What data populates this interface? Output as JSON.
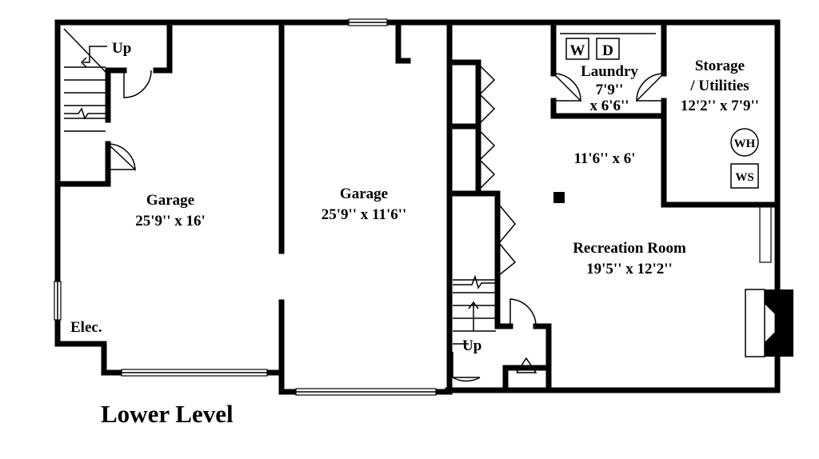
{
  "title": "Lower Level",
  "rooms": {
    "garage_left": {
      "name": "Garage",
      "size": "25'9'' x 16'"
    },
    "garage_right": {
      "name": "Garage",
      "size": "25'9'' x 11'6''"
    },
    "laundry": {
      "name": "Laundry",
      "size_line1": "7'9''",
      "size_line2": "x 6'6''"
    },
    "storage": {
      "name_line1": "Storage",
      "name_line2": "/ Utilities",
      "size": "12'2'' x 7'9''"
    },
    "hall": {
      "size": "11'6'' x 6'"
    },
    "recreation": {
      "name": "Recreation Room",
      "size": "19'5'' x 12'2''"
    }
  },
  "labels": {
    "elec": "Elec.",
    "stairs_up_left": "Up",
    "stairs_up_right": "Up"
  },
  "fixtures": {
    "washer": "W",
    "dryer": "D",
    "water_heater": "WH",
    "water_softener": "WS"
  }
}
